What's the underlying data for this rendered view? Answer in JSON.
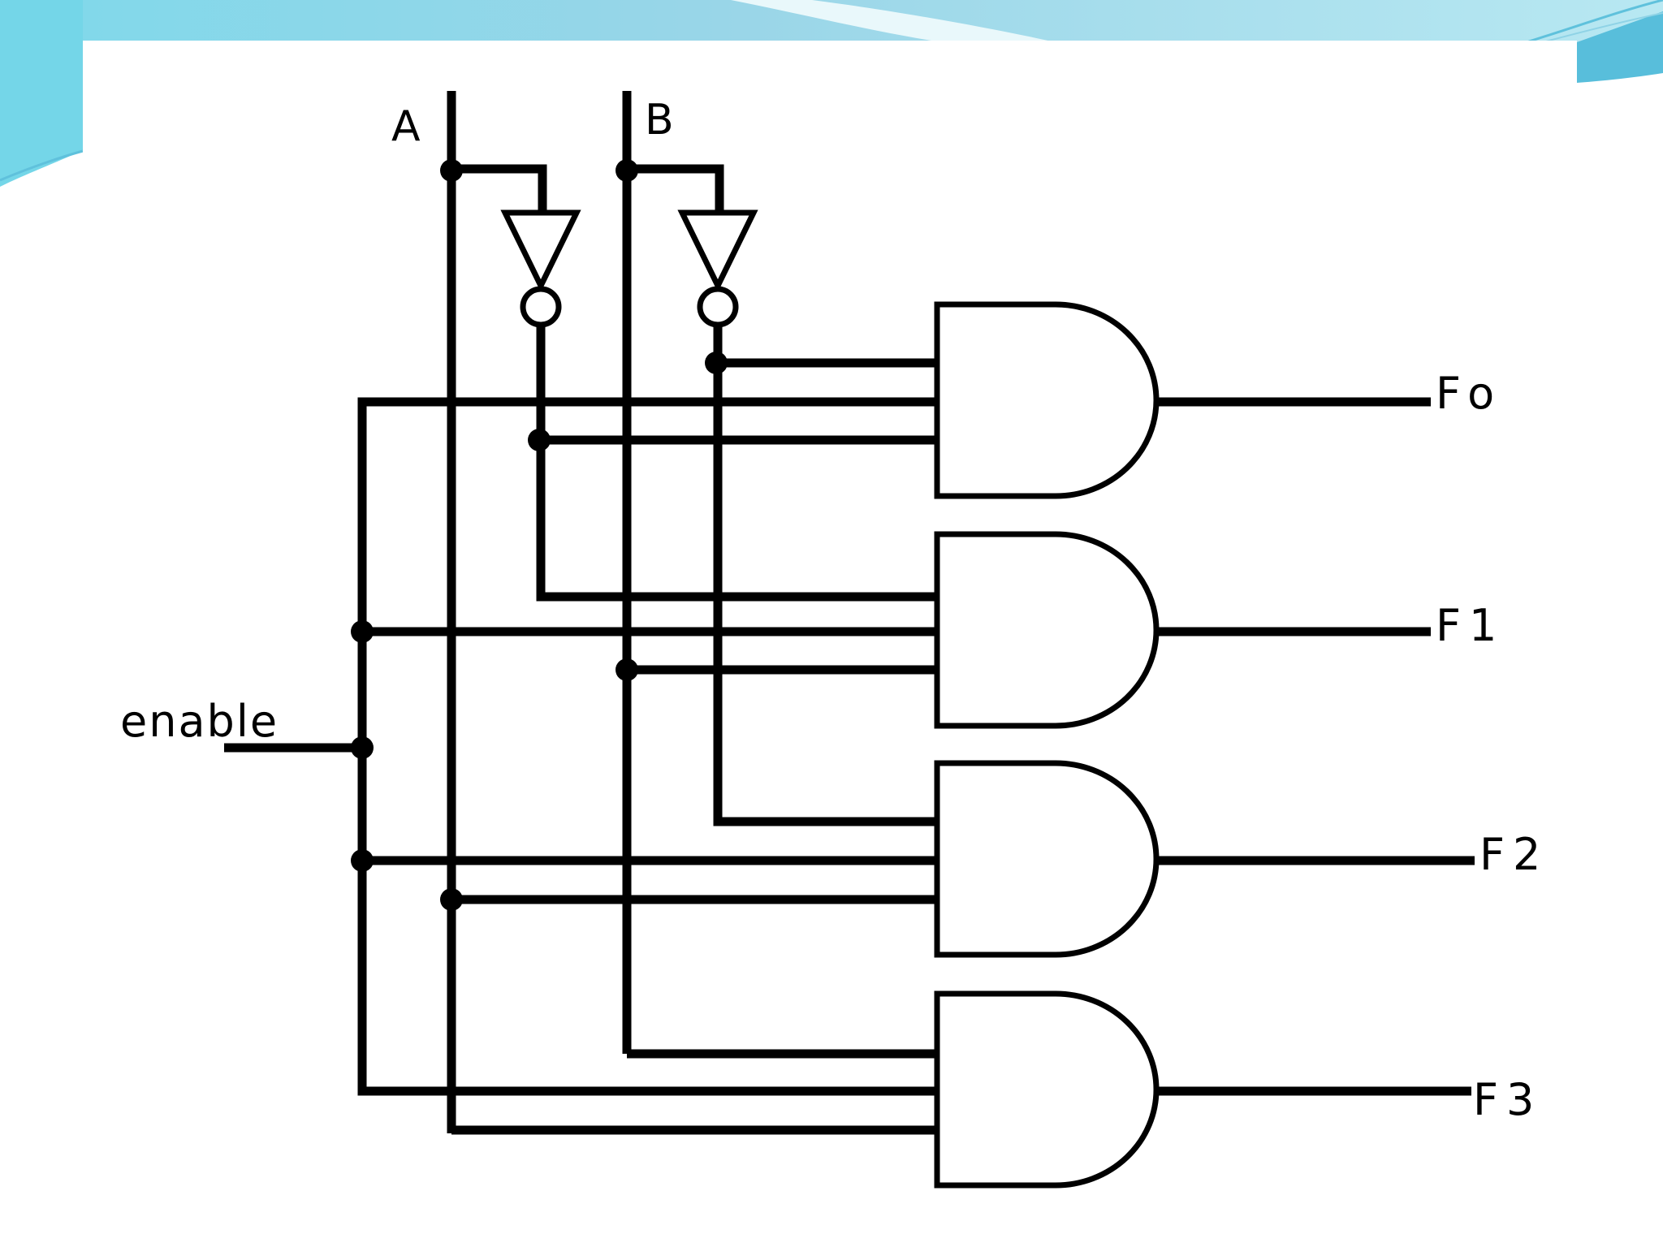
{
  "slide": {
    "background_color": "#ffffff",
    "accent_colors": [
      "#7fd3e6",
      "#a9e3ee",
      "#5fc1dc"
    ]
  },
  "diagram": {
    "line_color": "#000000",
    "labels": {
      "input_a": "A",
      "input_b": "B",
      "enable": "enable",
      "output_f0": "Fo",
      "output_f1": "F1",
      "output_f2": "F2",
      "output_f3": "F3"
    },
    "components": {
      "inverters": [
        "not-a",
        "not-b"
      ],
      "and_gates": [
        "and-gate-f0",
        "and-gate-f1",
        "and-gate-f2",
        "and-gate-f3"
      ]
    }
  }
}
